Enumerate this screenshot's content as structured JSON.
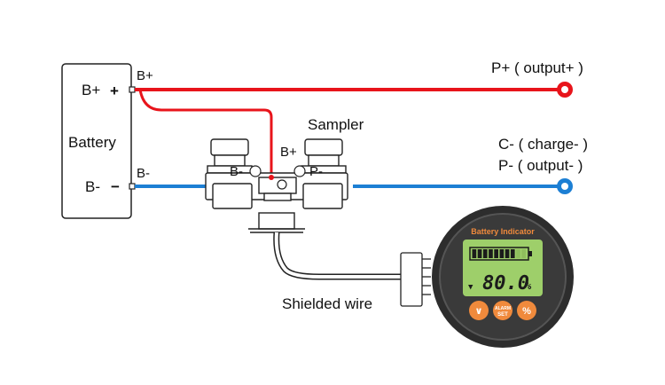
{
  "battery": {
    "label": "Battery",
    "pos_label": "B+",
    "pos_symbol": "+",
    "neg_label": "B-",
    "neg_symbol": "−"
  },
  "wires": {
    "bplus_label": "B+",
    "bminus_label": "B-",
    "positive_color": "#e8141b",
    "negative_color": "#1c7fd4"
  },
  "outputs": {
    "positive": "P+ ( output+ )",
    "charge": "C- ( charge- )",
    "negative": "P- ( output- )"
  },
  "sampler": {
    "title": "Sampler",
    "bminus": "B-",
    "bplus": "B+",
    "pminus": "P-"
  },
  "shielded_wire": "Shielded wire",
  "indicator": {
    "title": "Battery Indicator",
    "percent": "80.0",
    "percent_unit": "%",
    "btn_down": "∨",
    "btn_set_top": "ALARM",
    "btn_set_bottom": "SET",
    "btn_pct": "%",
    "lcd_color": "#9ecf6a",
    "button_color": "#f08a3c",
    "bezel_color": "#2d2d2d",
    "bar_fill": 0.8
  }
}
